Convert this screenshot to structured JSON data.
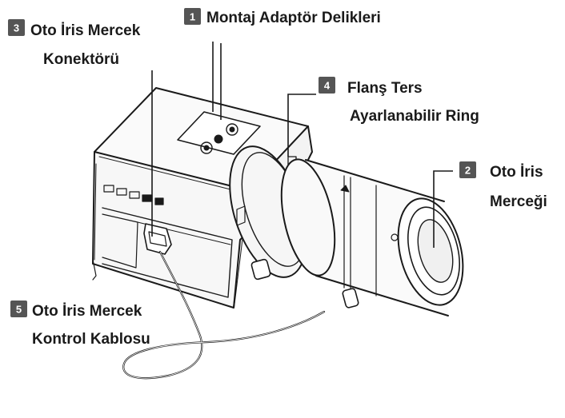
{
  "callouts": [
    {
      "number": "1",
      "lines": [
        "Montaj Adaptör Delikleri"
      ]
    },
    {
      "number": "2",
      "lines": [
        "Oto İris",
        "Merceği"
      ]
    },
    {
      "number": "3",
      "lines": [
        "Oto İris Mercek",
        "Konektörü"
      ]
    },
    {
      "number": "4",
      "lines": [
        "Flanş Ters",
        "Ayarlanabilir Ring"
      ]
    },
    {
      "number": "5",
      "lines": [
        "Oto İris Mercek",
        "Kontrol Kablosu"
      ]
    }
  ],
  "colors": {
    "badge": "#555555",
    "line": "#1a1a1a",
    "text": "#1a1a1a"
  }
}
